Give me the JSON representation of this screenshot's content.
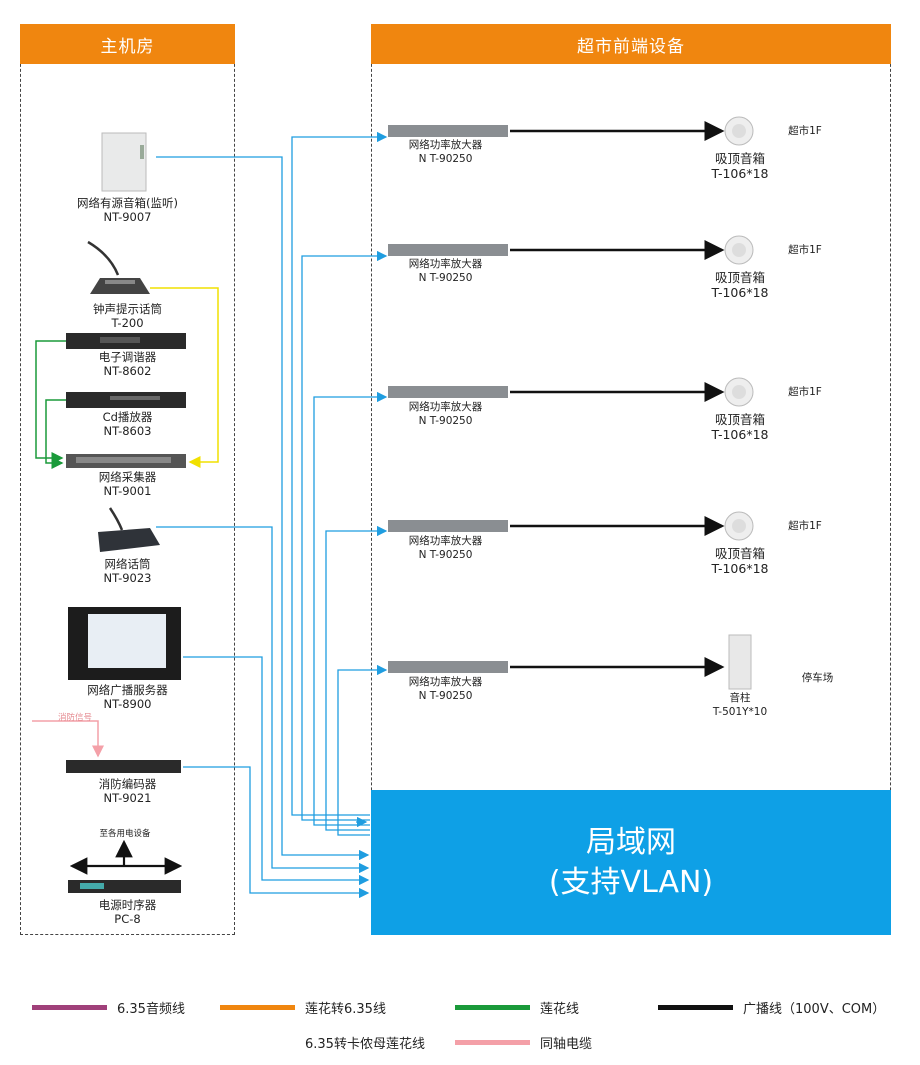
{
  "panels": {
    "left_title": "主机房",
    "right_title": "超市前端设备"
  },
  "devices": {
    "nt9007": {
      "name": "网络有源音箱(监听)",
      "model": "NT-9007"
    },
    "t200": {
      "name": "钟声提示话筒",
      "model": "T-200"
    },
    "nt8602": {
      "name": "电子调谐器",
      "model": "NT-8602"
    },
    "nt8603": {
      "name": "Cd播放器",
      "model": "NT-8603"
    },
    "nt9001": {
      "name": "网络采集器",
      "model": "NT-9001"
    },
    "nt9023": {
      "name": "网络话筒",
      "model": "NT-9023"
    },
    "nt8900": {
      "name": "网络广播服务器",
      "model": "NT-8900"
    },
    "fire_signal": "消防信号",
    "nt9021": {
      "name": "消防编码器",
      "model": "NT-9021"
    },
    "power_devices": "至各用电设备",
    "pc8": {
      "name": "电源时序器",
      "model": "PC-8"
    }
  },
  "amplifiers": [
    {
      "name": "网络功率放大器",
      "model": "N T-90250"
    },
    {
      "name": "网络功率放大器",
      "model": "N T-90250"
    },
    {
      "name": "网络功率放大器",
      "model": "N T-90250"
    },
    {
      "name": "网络功率放大器",
      "model": "N T-90250"
    },
    {
      "name": "网络功率放大器",
      "model": "N T-90250"
    }
  ],
  "speakers": [
    {
      "name": "吸顶音箱",
      "model": "T-106*18",
      "zone": "超市1F"
    },
    {
      "name": "吸顶音箱",
      "model": "T-106*18",
      "zone": "超市1F"
    },
    {
      "name": "吸顶音箱",
      "model": "T-106*18",
      "zone": "超市1F"
    },
    {
      "name": "吸顶音箱",
      "model": "T-106*18",
      "zone": "超市1F"
    },
    {
      "name": "音柱",
      "model": "T-501Y*10",
      "zone": "停车场"
    }
  ],
  "lan": {
    "line1": "局域网",
    "line2": "(支持VLAN)"
  },
  "legend": [
    {
      "label": "6.35音频线",
      "color": "#a0407a"
    },
    {
      "label": "莲花转6.35线",
      "color": "#f0860f"
    },
    {
      "label": "莲花线",
      "color": "#1a9a3a"
    },
    {
      "label": "广播线（100V、COM）",
      "color": "#111111"
    },
    {
      "label": "6.35转卡侬母莲花线",
      "color": ""
    },
    {
      "label": "同轴电缆",
      "color": "#f4a0a8"
    }
  ],
  "colors": {
    "network": "#1f9de0",
    "yellow": "#f1e000",
    "green": "#1a9a3a",
    "pink": "#f4a0a8",
    "black": "#111111"
  }
}
